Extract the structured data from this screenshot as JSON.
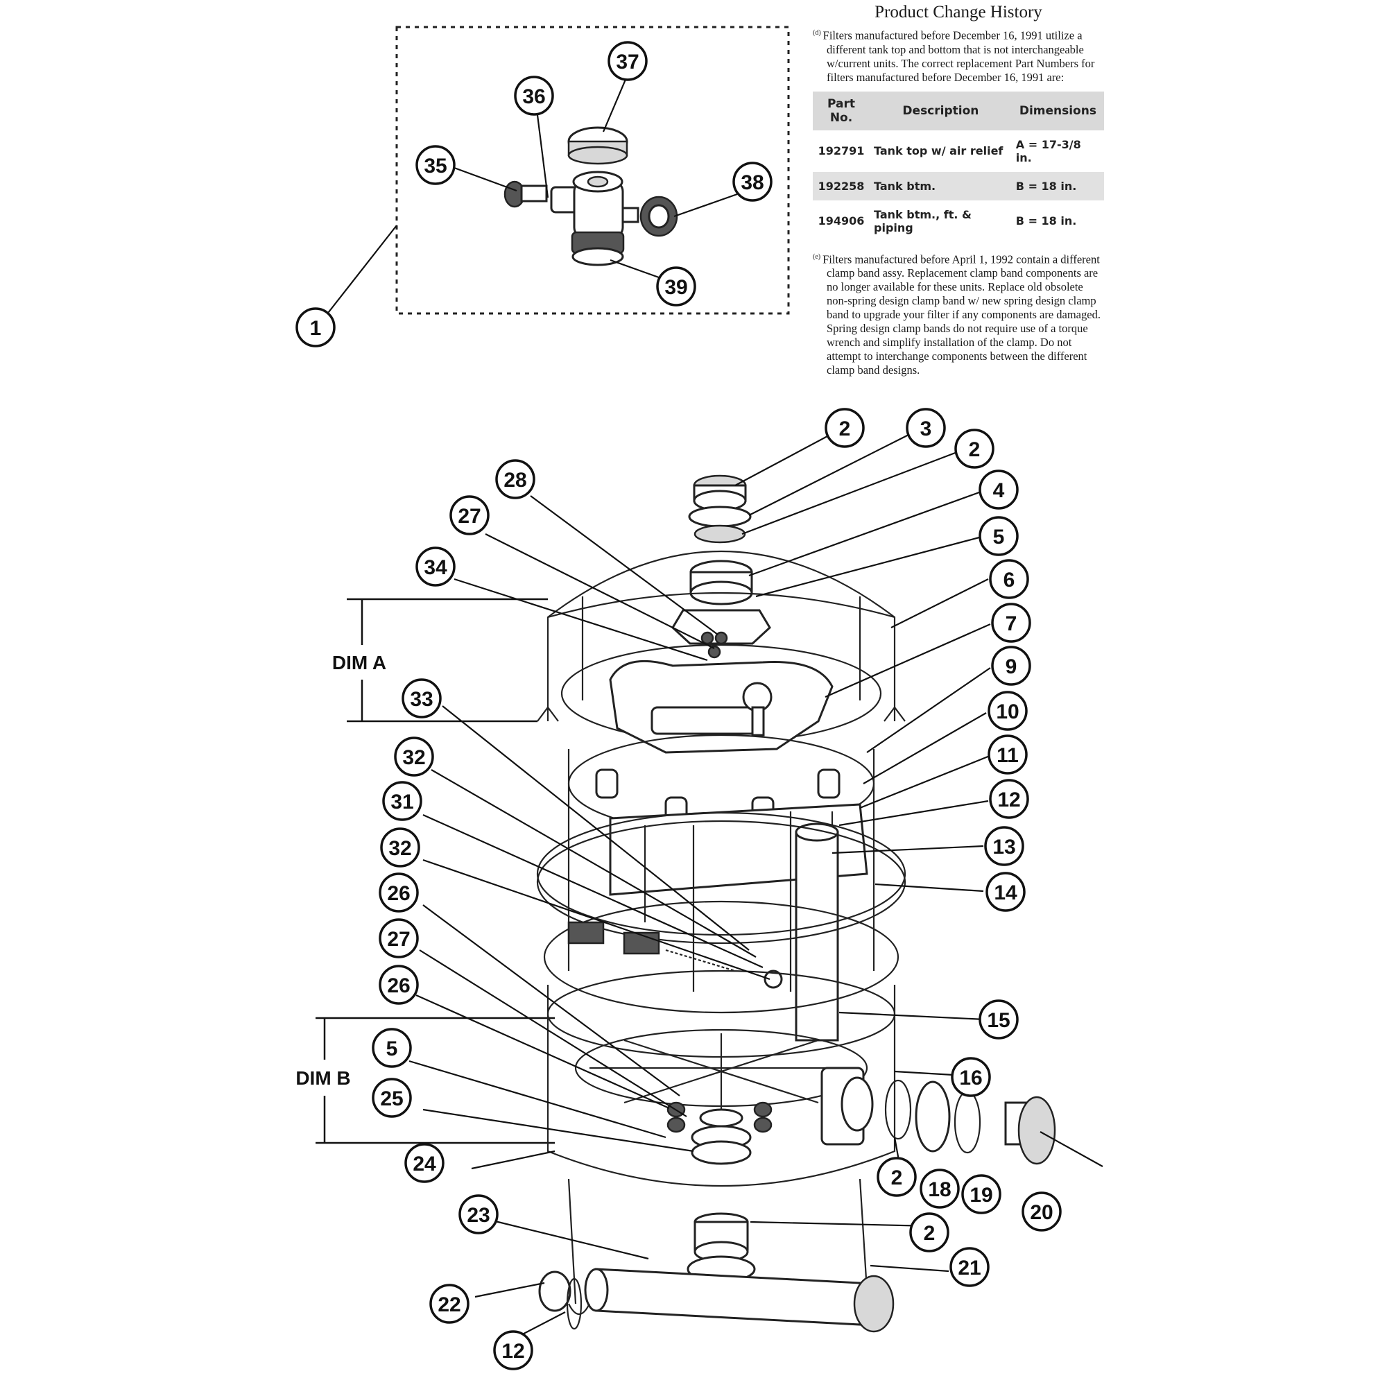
{
  "product_change_history": {
    "title": "Product Change History",
    "note_d": {
      "mark": "(d)",
      "text": "Filters manufactured before December 16, 1991 utilize a different tank top and bottom that is not interchangeable w/current units. The correct replacement Part Numbers for filters manufactured before December 16, 1991 are:"
    },
    "table": {
      "headers": [
        "Part No.",
        "Description",
        "Dimensions"
      ],
      "rows": [
        [
          "192791",
          "Tank top w/ air relief",
          "A = 17-3/8 in."
        ],
        [
          "192258",
          "Tank btm.",
          "B = 18 in."
        ],
        [
          "194906",
          "Tank btm., ft. & piping",
          "B = 18 in."
        ]
      ]
    },
    "note_e": {
      "mark": "(e)",
      "text": "Filters manufactured before April 1, 1992 contain a different clamp band assy. Replacement clamp band components are no longer available for these units. Replace old obsolete non-spring design clamp band w/ new spring design clamp band to upgrade your filter if any components are damaged. Spring design clamp bands do not require use of a torque wrench and simplify installation of the clamp. Do not attempt to interchange components between the different clamp band designs."
    }
  },
  "dimensions": {
    "dim_a": "DIM A",
    "dim_b": "DIM B"
  },
  "callouts": [
    "1",
    "2",
    "3",
    "2",
    "4",
    "5",
    "6",
    "7",
    "9",
    "10",
    "11",
    "12",
    "13",
    "14",
    "15",
    "16",
    "2",
    "18",
    "19",
    "20",
    "2",
    "21",
    "23",
    "22",
    "12",
    "24",
    "25",
    "5",
    "26",
    "27",
    "28",
    "32",
    "31",
    "32",
    "33",
    "34",
    "27",
    "26",
    "35",
    "36",
    "37",
    "38",
    "39"
  ]
}
